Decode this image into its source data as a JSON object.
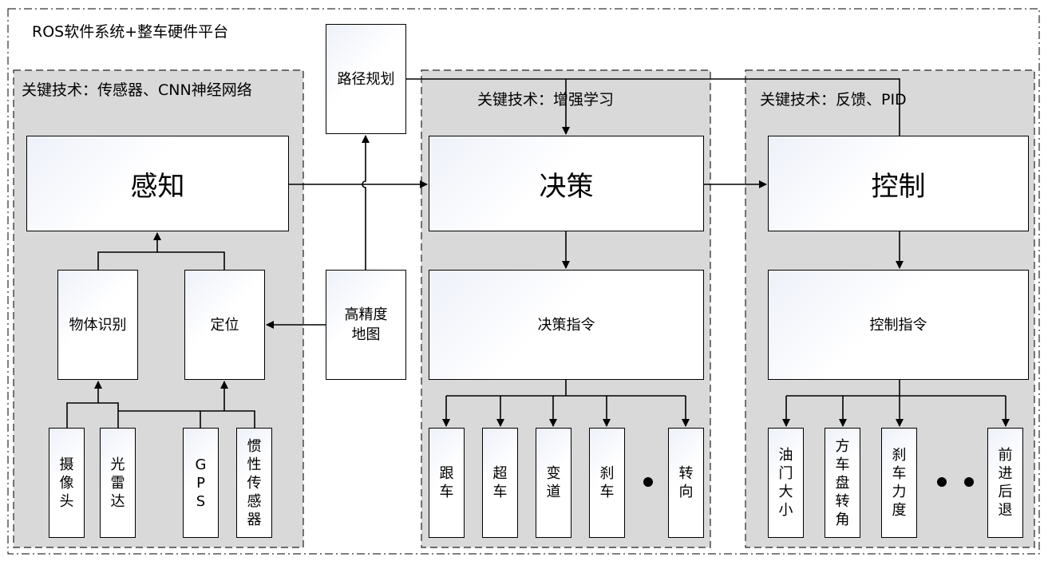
{
  "outer_title": "ROS软件系统+整车硬件平台",
  "perception": {
    "title": "关键技术：传感器、CNN神经网络",
    "main": "感知",
    "object_recognition": "物体识别",
    "localization": "定位",
    "sensors": [
      "摄像头",
      "光雷达",
      "GPS",
      "惯性传感器"
    ]
  },
  "path_planning": "路径规划",
  "hd_map": "高精度地图",
  "decision": {
    "title": "关键技术：增强学习",
    "main": "决策",
    "command": "决策指令",
    "actions": [
      "跟车",
      "超车",
      "变道",
      "刹车",
      "转向"
    ]
  },
  "control": {
    "title": "关键技术：反馈、PID",
    "main": "控制",
    "command": "控制指令",
    "actions": [
      "油门大小",
      "方车盘转角",
      "刹车力度",
      "前进后退"
    ]
  },
  "colors": {
    "panel": "#d9d9d9",
    "line": "#000000",
    "box_tint": "#eef1fa"
  }
}
